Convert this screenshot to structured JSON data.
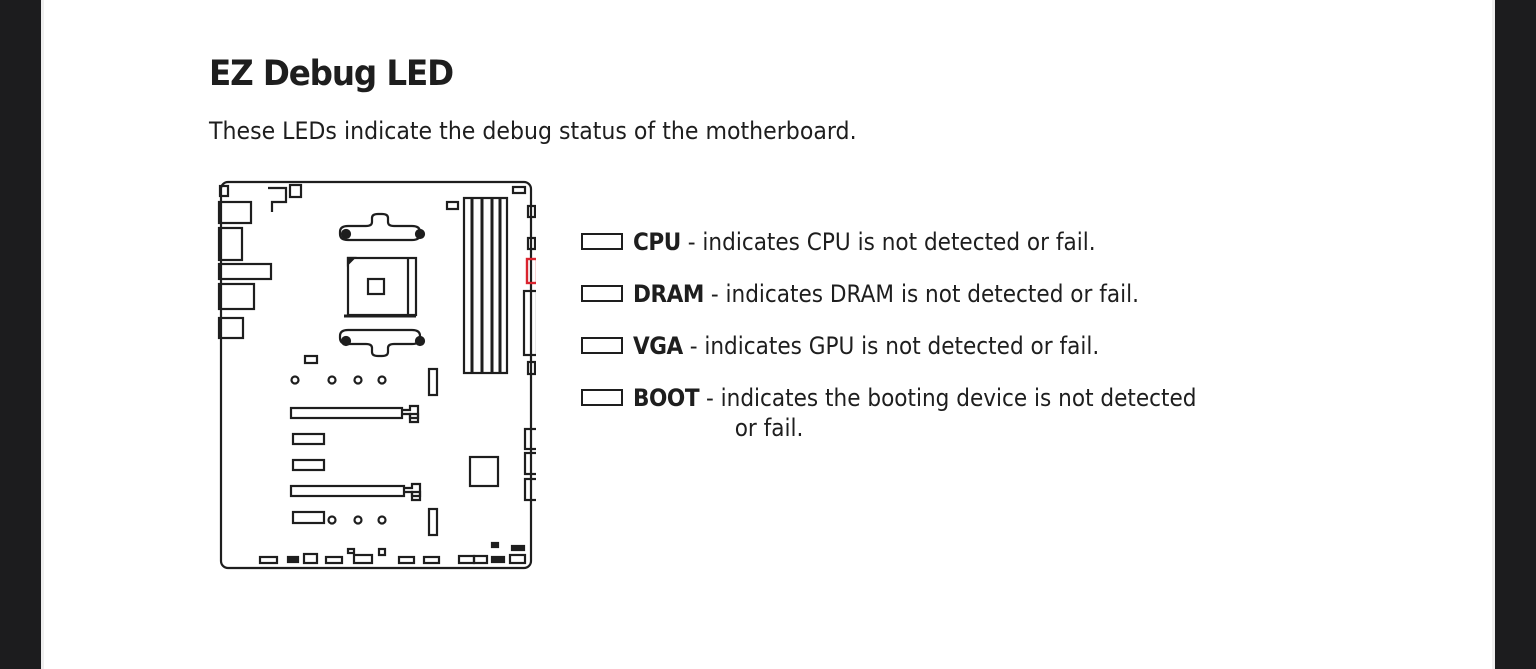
{
  "section": {
    "title": "EZ Debug LED",
    "intro": "These LEDs indicate the debug status of the motherboard."
  },
  "diagram": {
    "subject": "motherboard-layout",
    "highlighted_component": "ez-debug-led",
    "highlight_color": "#d9232e",
    "line_color": "#1e1e1e"
  },
  "leds": [
    {
      "icon": "led-indicator-icon",
      "name": "CPU",
      "separator": " - ",
      "description": "indicates CPU is not detected or fail.",
      "description_cont": ""
    },
    {
      "icon": "led-indicator-icon",
      "name": "DRAM",
      "separator": " - ",
      "description": "indicates DRAM is not detected or fail.",
      "description_cont": ""
    },
    {
      "icon": "led-indicator-icon",
      "name": "VGA",
      "separator": " - ",
      "description": "indicates GPU is not detected or fail.",
      "description_cont": ""
    },
    {
      "icon": "led-indicator-icon",
      "name": "BOOT",
      "separator": " - ",
      "description": "indicates the booting device is not detected",
      "description_cont": "or fail."
    }
  ],
  "colors": {
    "page_background": "#ffffff",
    "viewer_background": "#1c1c1e",
    "text": "#1e1e1e"
  }
}
